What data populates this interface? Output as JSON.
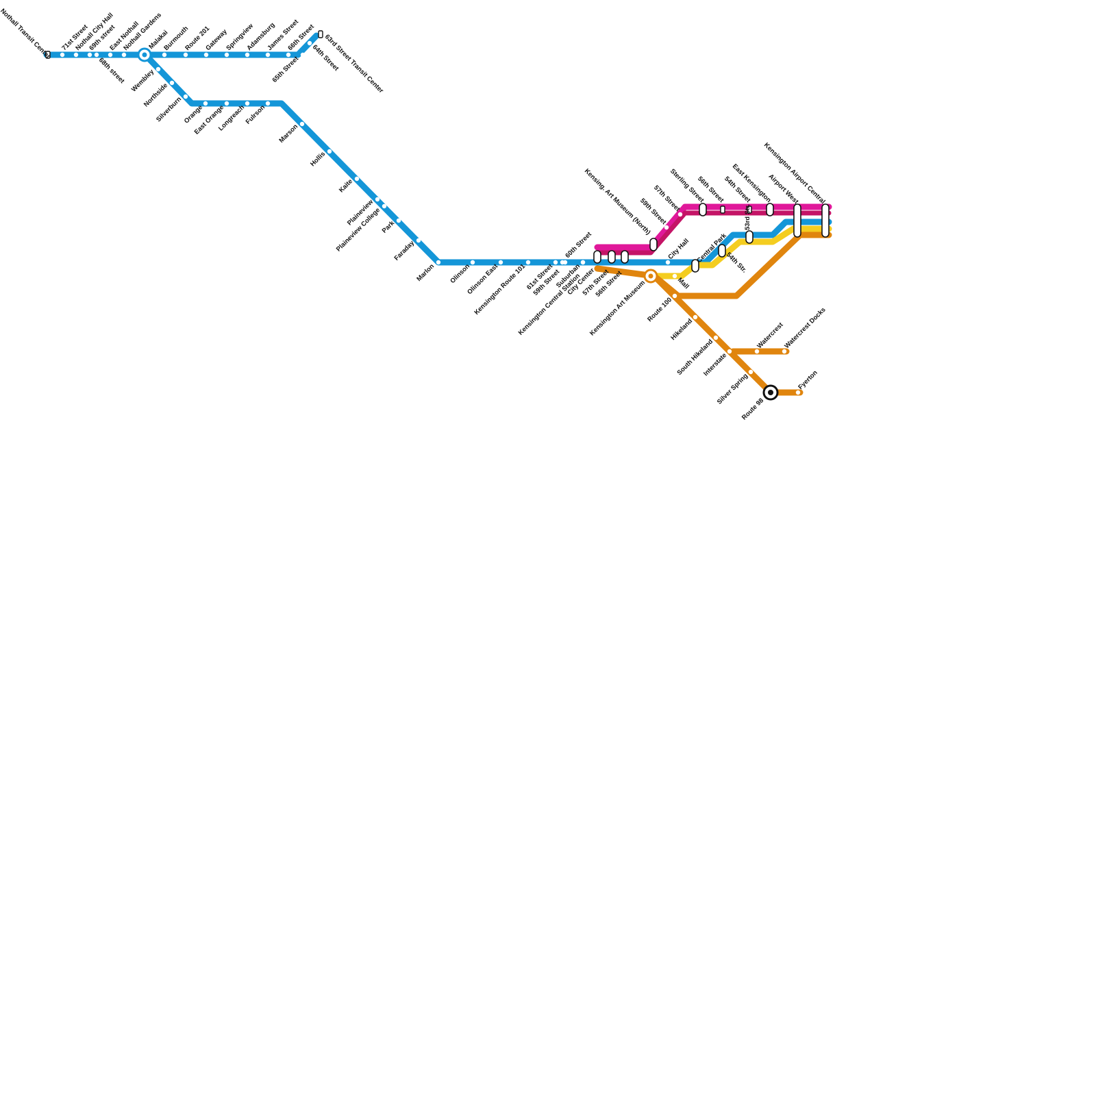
{
  "colors": {
    "blue": "#1496d8",
    "magenta": "#e0189a",
    "crimson": "#c41466",
    "yellow": "#f4cd20",
    "orange": "#e0850e",
    "station_fill": "#ffffff",
    "station_stroke": "#111111",
    "label": "#111111"
  },
  "lines": [
    {
      "id": "blue",
      "color": "blue"
    },
    {
      "id": "magenta",
      "color": "magenta"
    },
    {
      "id": "crimson",
      "color": "crimson"
    },
    {
      "id": "yellow",
      "color": "yellow"
    },
    {
      "id": "orange",
      "color": "orange"
    }
  ],
  "stations": [
    {
      "name": "Nothall Transit Center"
    },
    {
      "name": "71st Street"
    },
    {
      "name": "Nothall City Hall"
    },
    {
      "name": "69th street"
    },
    {
      "name": "68th street"
    },
    {
      "name": "East Nothall"
    },
    {
      "name": "Nothall Gardens"
    },
    {
      "name": "Malakai"
    },
    {
      "name": "Burmouth"
    },
    {
      "name": "Route 201"
    },
    {
      "name": "Gateway"
    },
    {
      "name": "Springview"
    },
    {
      "name": "Adamsburg"
    },
    {
      "name": "James Street"
    },
    {
      "name": "66th Street"
    },
    {
      "name": "65th Street"
    },
    {
      "name": "64th Street"
    },
    {
      "name": "63rd Street Transit Center"
    },
    {
      "name": "Wembley"
    },
    {
      "name": "Northside"
    },
    {
      "name": "Silverburn"
    },
    {
      "name": "Orange"
    },
    {
      "name": "East Orange"
    },
    {
      "name": "Longreach"
    },
    {
      "name": "Fulrson"
    },
    {
      "name": "Marson"
    },
    {
      "name": "Hollis"
    },
    {
      "name": "Kaite"
    },
    {
      "name": "Plaineview"
    },
    {
      "name": "Plaineview College"
    },
    {
      "name": "Park"
    },
    {
      "name": "Faraday"
    },
    {
      "name": "Marlon"
    },
    {
      "name": "Olinson"
    },
    {
      "name": "Olinson East"
    },
    {
      "name": "Kensington Route 101"
    },
    {
      "name": "61st Street"
    },
    {
      "name": "60th Street"
    },
    {
      "name": "59th Street"
    },
    {
      "name": "Suburban"
    },
    {
      "name": "Kensington Central Station"
    },
    {
      "name": "City Center"
    },
    {
      "name": "57th Street"
    },
    {
      "name": "56th Street"
    },
    {
      "name": "Kensington Art Museum"
    },
    {
      "name": "Kensing. Art Museum (North)"
    },
    {
      "name": "59th Street"
    },
    {
      "name": "57th Street"
    },
    {
      "name": "Sterling Street"
    },
    {
      "name": "56th Street"
    },
    {
      "name": "54th Street"
    },
    {
      "name": "East Kensington"
    },
    {
      "name": "Airport West"
    },
    {
      "name": "Kensington Airport Central"
    },
    {
      "name": "City Hall"
    },
    {
      "name": "Mall"
    },
    {
      "name": "Central Park"
    },
    {
      "name": "54th Str."
    },
    {
      "name": "53rd Str."
    },
    {
      "name": "Route 100"
    },
    {
      "name": "Hikeland"
    },
    {
      "name": "South Hikeland"
    },
    {
      "name": "Interstate"
    },
    {
      "name": "Watercrest"
    },
    {
      "name": "Watercrest Docks"
    },
    {
      "name": "Silver Spring"
    },
    {
      "name": "Route 98"
    },
    {
      "name": "Fyerton"
    }
  ]
}
